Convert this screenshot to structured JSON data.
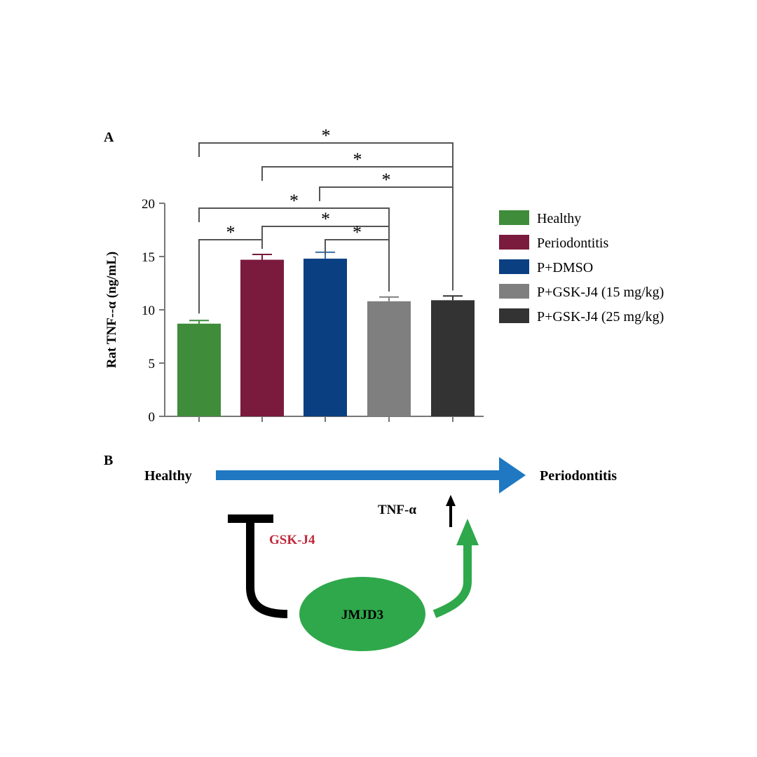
{
  "panels": {
    "a_label": "A",
    "b_label": "B"
  },
  "chart_data": {
    "type": "bar",
    "ylabel": "Rat TNF--α (ng/mL)",
    "ylim": [
      0,
      20
    ],
    "yticks": [
      0,
      5,
      10,
      15,
      20
    ],
    "categories": [
      "Healthy",
      "Periodontitis",
      "P+DMSO",
      "P+GSK-J4 (15 mg/kg)",
      "P+GSK-J4 (25 mg/kg)"
    ],
    "values": [
      8.7,
      14.7,
      14.8,
      10.8,
      10.9
    ],
    "errors": [
      0.3,
      0.5,
      0.6,
      0.4,
      0.4
    ],
    "colors": [
      "#3f8c3a",
      "#7a1a3c",
      "#0a3f82",
      "#7f7f7f",
      "#333333"
    ],
    "legend": {
      "position": "right",
      "entries": [
        "Healthy",
        "Periodontitis",
        "P+DMSO",
        "P+GSK-J4 (15 mg/kg)",
        "P+GSK-J4 (25 mg/kg)"
      ]
    },
    "significance": [
      {
        "from": 0,
        "to": 4,
        "label": "*"
      },
      {
        "from": 1,
        "to": 4,
        "label": "*"
      },
      {
        "from": 2,
        "to": 4,
        "label": "*"
      },
      {
        "from": 0,
        "to": 3,
        "label": "*"
      },
      {
        "from": 1,
        "to": 3,
        "label": "*"
      },
      {
        "from": 0,
        "to": 1,
        "label": "*"
      },
      {
        "from": 2,
        "to": 3,
        "label": "*"
      }
    ]
  },
  "diagram": {
    "start_label": "Healthy",
    "end_label": "Periodontitis",
    "tnf_label": "TNF-α",
    "inhibitor_label": "GSK-J4",
    "enzyme_label": "JMJD3",
    "colors": {
      "main_arrow": "#1f78c1",
      "enzyme": "#2ea84a",
      "activation_arrow": "#2ea84a",
      "inhibitor_text": "#c0283a",
      "inhibition": "#000000"
    }
  }
}
